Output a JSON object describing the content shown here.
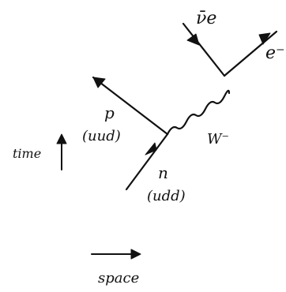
{
  "particles": {
    "antineutrino": "ν̄e",
    "electron": "e⁻",
    "proton_label": "p",
    "proton_quarks": "(uud)",
    "neutron_label": "n",
    "neutron_quarks": "(udd)",
    "w_boson": "W⁻"
  },
  "axes": {
    "time_label": "time",
    "space_label": "space"
  },
  "colors": {
    "ink": "#111111",
    "background": "#ffffff"
  }
}
